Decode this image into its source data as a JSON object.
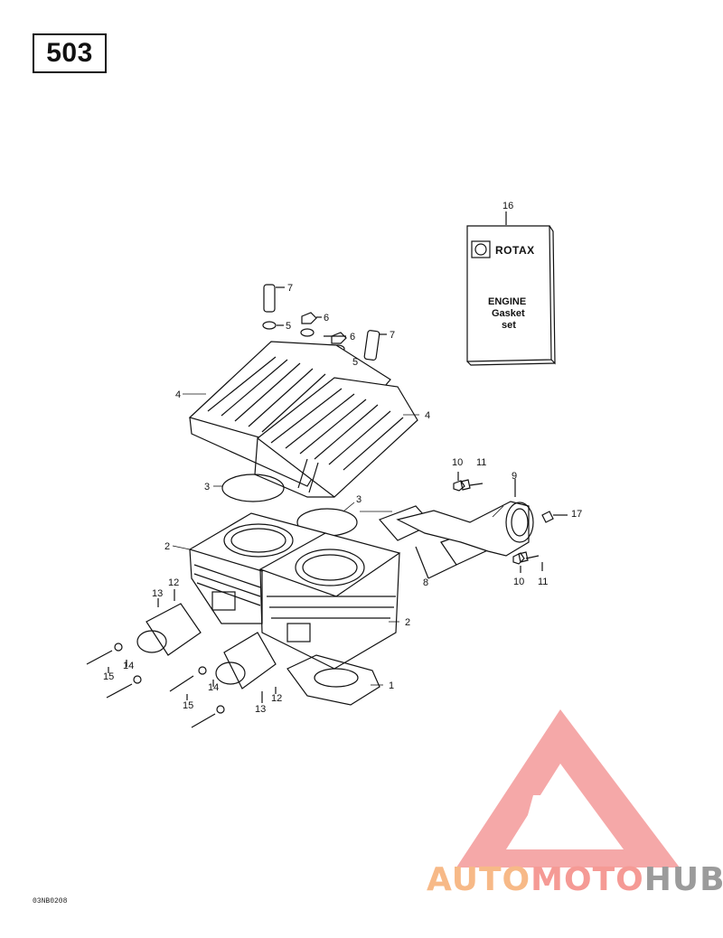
{
  "header": {
    "model": "503"
  },
  "footer": {
    "code": "03NB0208"
  },
  "kit": {
    "callout": "16",
    "brand": "ROTAX",
    "line1": "ENGINE",
    "line2": "Gasket",
    "line3": "set"
  },
  "callouts": {
    "c1": "1",
    "c2a": "2",
    "c2b": "2",
    "c3a": "3",
    "c3b": "3",
    "c4a": "4",
    "c4b": "4",
    "c5a": "5",
    "c5b": "5",
    "c6a": "6",
    "c6b": "6",
    "c7a": "7",
    "c7b": "7",
    "c8": "8",
    "c9": "9",
    "c10a": "10",
    "c10b": "10",
    "c11a": "11",
    "c11b": "11",
    "c12a": "12",
    "c12b": "12",
    "c13a": "13",
    "c13b": "13",
    "c14a": "14",
    "c14b": "14",
    "c15a": "15",
    "c15b": "15",
    "c17": "17"
  },
  "watermark": {
    "part1": "AUTO",
    "part2": "MOTO",
    "part3": "HUB"
  },
  "colors": {
    "ink": "#111111",
    "watermark_red": "#f28b8b",
    "watermark_orange": "#f7b987",
    "watermark_grey": "#9b9b9b"
  }
}
